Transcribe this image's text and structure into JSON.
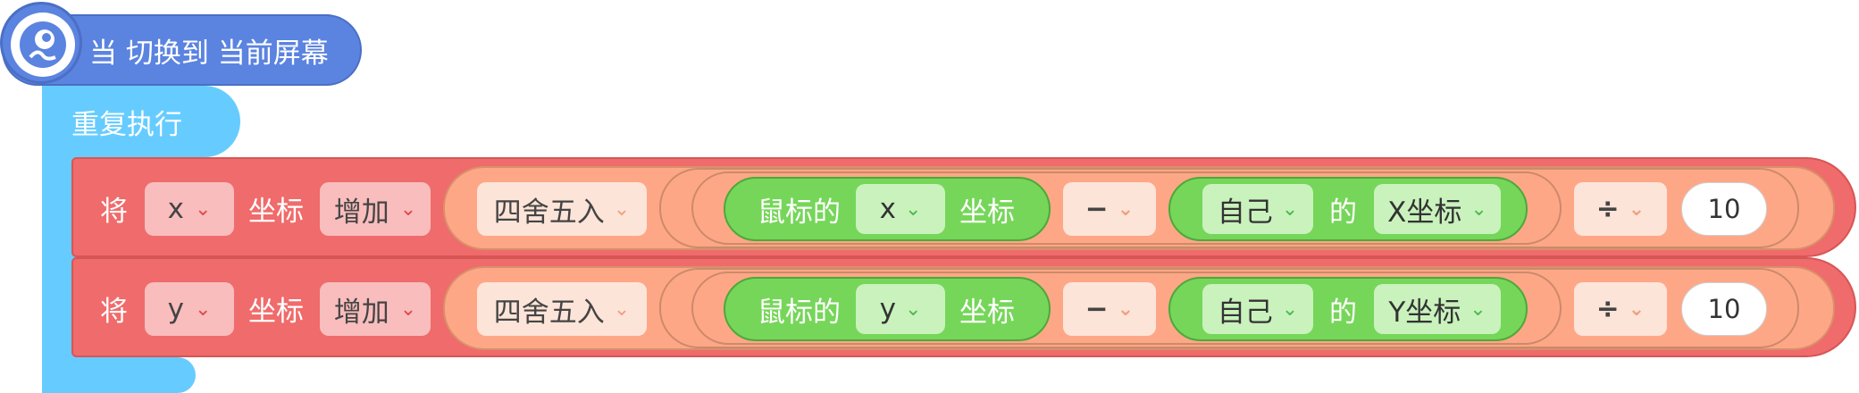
{
  "event": {
    "label": "当 切换到 当前屏幕"
  },
  "loop": {
    "label": "重复执行"
  },
  "rows": [
    {
      "set_label": "将",
      "axis_value": "x",
      "coord_label": "坐标",
      "op_value": "增加",
      "round_value": "四舍五入",
      "mouse_prefix": "鼠标的",
      "mouse_axis_value": "x",
      "mouse_suffix": "坐标",
      "minus_op": "−",
      "self_value": "自己",
      "of_label": "的",
      "self_prop_value": "X坐标",
      "divide_op": "÷",
      "divisor": "10"
    },
    {
      "set_label": "将",
      "axis_value": "y",
      "coord_label": "坐标",
      "op_value": "增加",
      "round_value": "四舍五入",
      "mouse_prefix": "鼠标的",
      "mouse_axis_value": "y",
      "mouse_suffix": "坐标",
      "minus_op": "−",
      "self_value": "自己",
      "of_label": "的",
      "self_prop_value": "Y坐标",
      "divide_op": "÷",
      "divisor": "10"
    }
  ],
  "icons": {
    "event": "eye-sensor-icon",
    "dropdown": "chevron-down-icon"
  },
  "colors": {
    "event": "#5b83e0",
    "loop": "#66ccff",
    "statement": "#f06b6b",
    "operator": "#fea787",
    "sensor": "#76d659"
  }
}
